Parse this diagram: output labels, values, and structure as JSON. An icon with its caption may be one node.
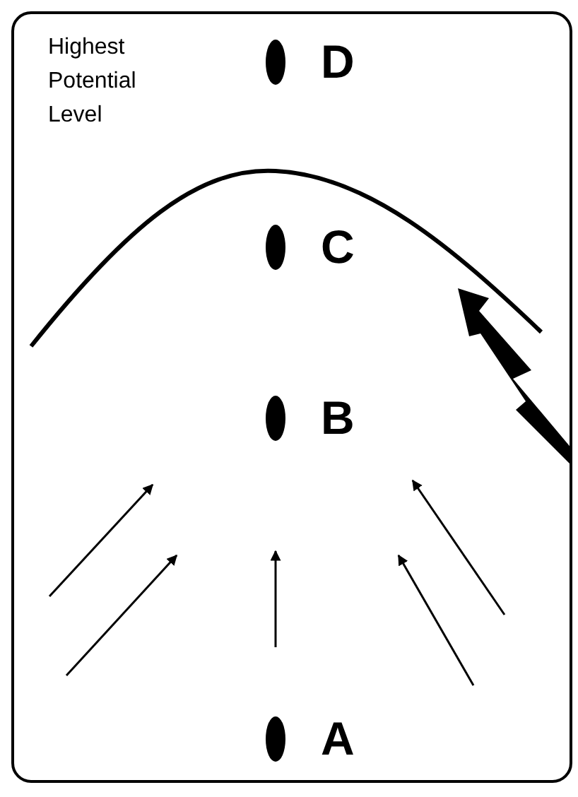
{
  "diagram": {
    "nodes": [
      {
        "text": [],
        "shape": "circle",
        "beside": [
          "D"
        ]
      },
      {
        "text": [],
        "shape": "circle",
        "beside": [
          "C"
        ]
      },
      {
        "text": [],
        "shape": "circle",
        "beside": [
          "B"
        ]
      },
      {
        "text": [],
        "shape": "circle",
        "beside": [
          "A"
        ]
      }
    ],
    "labels": [
      "Highest Potential Level"
    ]
  }
}
